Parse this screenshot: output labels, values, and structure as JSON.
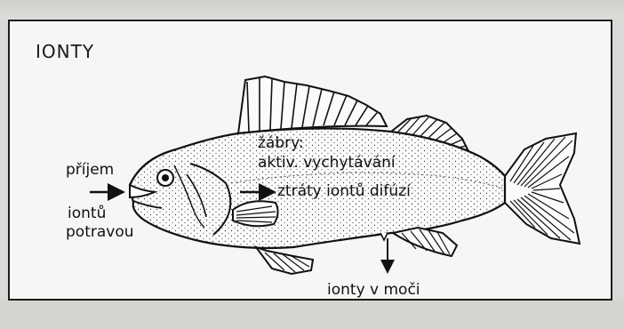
{
  "diagram": {
    "title": "IONTY",
    "labels": {
      "intake_1": "příjem",
      "intake_2": "iontů",
      "intake_3": "potravou",
      "gills_1": "žábry:",
      "gills_2": "aktiv. vychytávání",
      "diffusion": "ztráty iontů difúzí",
      "urine": "ionty v moči"
    }
  }
}
